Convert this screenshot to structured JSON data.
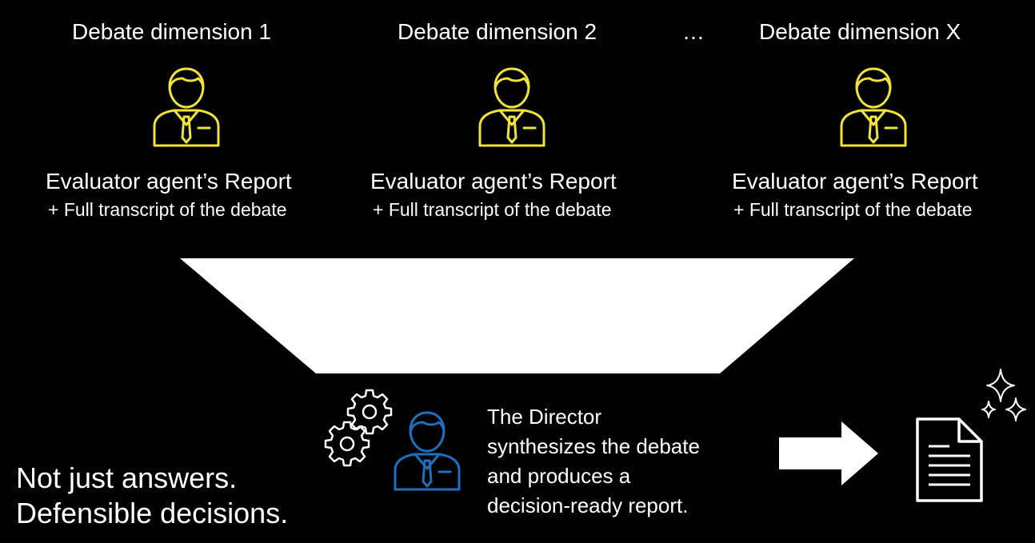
{
  "colors": {
    "background": "#000000",
    "agent_icon": "#F0E43A",
    "director_icon": "#1F6FC0",
    "text": "#FFFFFF",
    "funnel": "#FFFFFF"
  },
  "dimensions": [
    {
      "label": "Debate dimension 1",
      "report": "Evaluator agent’s Report",
      "transcript": "+ Full transcript of the debate",
      "icon": "agent-person-icon"
    },
    {
      "label": "Debate dimension 2",
      "report": "Evaluator agent’s Report",
      "transcript": "+ Full transcript of the debate",
      "icon": "agent-person-icon"
    },
    {
      "label": "Debate dimension X",
      "report": "Evaluator agent’s Report",
      "transcript": "+ Full transcript of the debate",
      "icon": "agent-person-icon"
    }
  ],
  "ellipsis": "…",
  "director": {
    "lines": [
      "The Director",
      "synthesizes the debate",
      "and produces a",
      "decision-ready report."
    ],
    "icons": [
      "gears-icon",
      "director-person-icon"
    ]
  },
  "output_icons": [
    "right-arrow-icon",
    "document-icon",
    "sparkles-icon"
  ],
  "tagline": [
    "Not just answers.",
    "Defensible decisions."
  ]
}
